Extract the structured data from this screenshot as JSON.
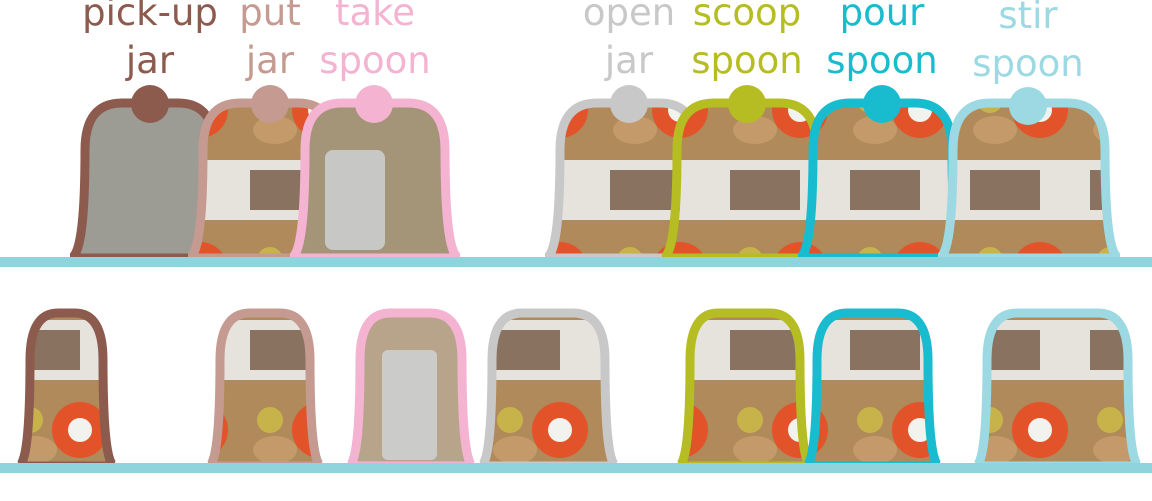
{
  "actions": [
    {
      "id": "pick-up-jar",
      "line1": "pick-up",
      "line2": "jar",
      "color": "#8d5a4e"
    },
    {
      "id": "put-jar",
      "line1": "put",
      "line2": "jar",
      "color": "#c49a91"
    },
    {
      "id": "take-spoon",
      "line1": "take",
      "line2": "spoon",
      "color": "#f3b3d1"
    },
    {
      "id": "open-jar",
      "line1": "open",
      "line2": "jar",
      "color": "#c8c8c8"
    },
    {
      "id": "scoop-spoon",
      "line1": "scoop",
      "line2": "spoon",
      "color": "#b5bd22"
    },
    {
      "id": "pour-spoon",
      "line1": "pour",
      "line2": "spoon",
      "color": "#19bccf"
    },
    {
      "id": "stir-spoon",
      "line1": "stir",
      "line2": "spoon",
      "color": "#9dd9e3"
    }
  ],
  "timeline_color": "#8fd3dc",
  "rows": [
    "top-timeline",
    "bottom-timeline"
  ]
}
